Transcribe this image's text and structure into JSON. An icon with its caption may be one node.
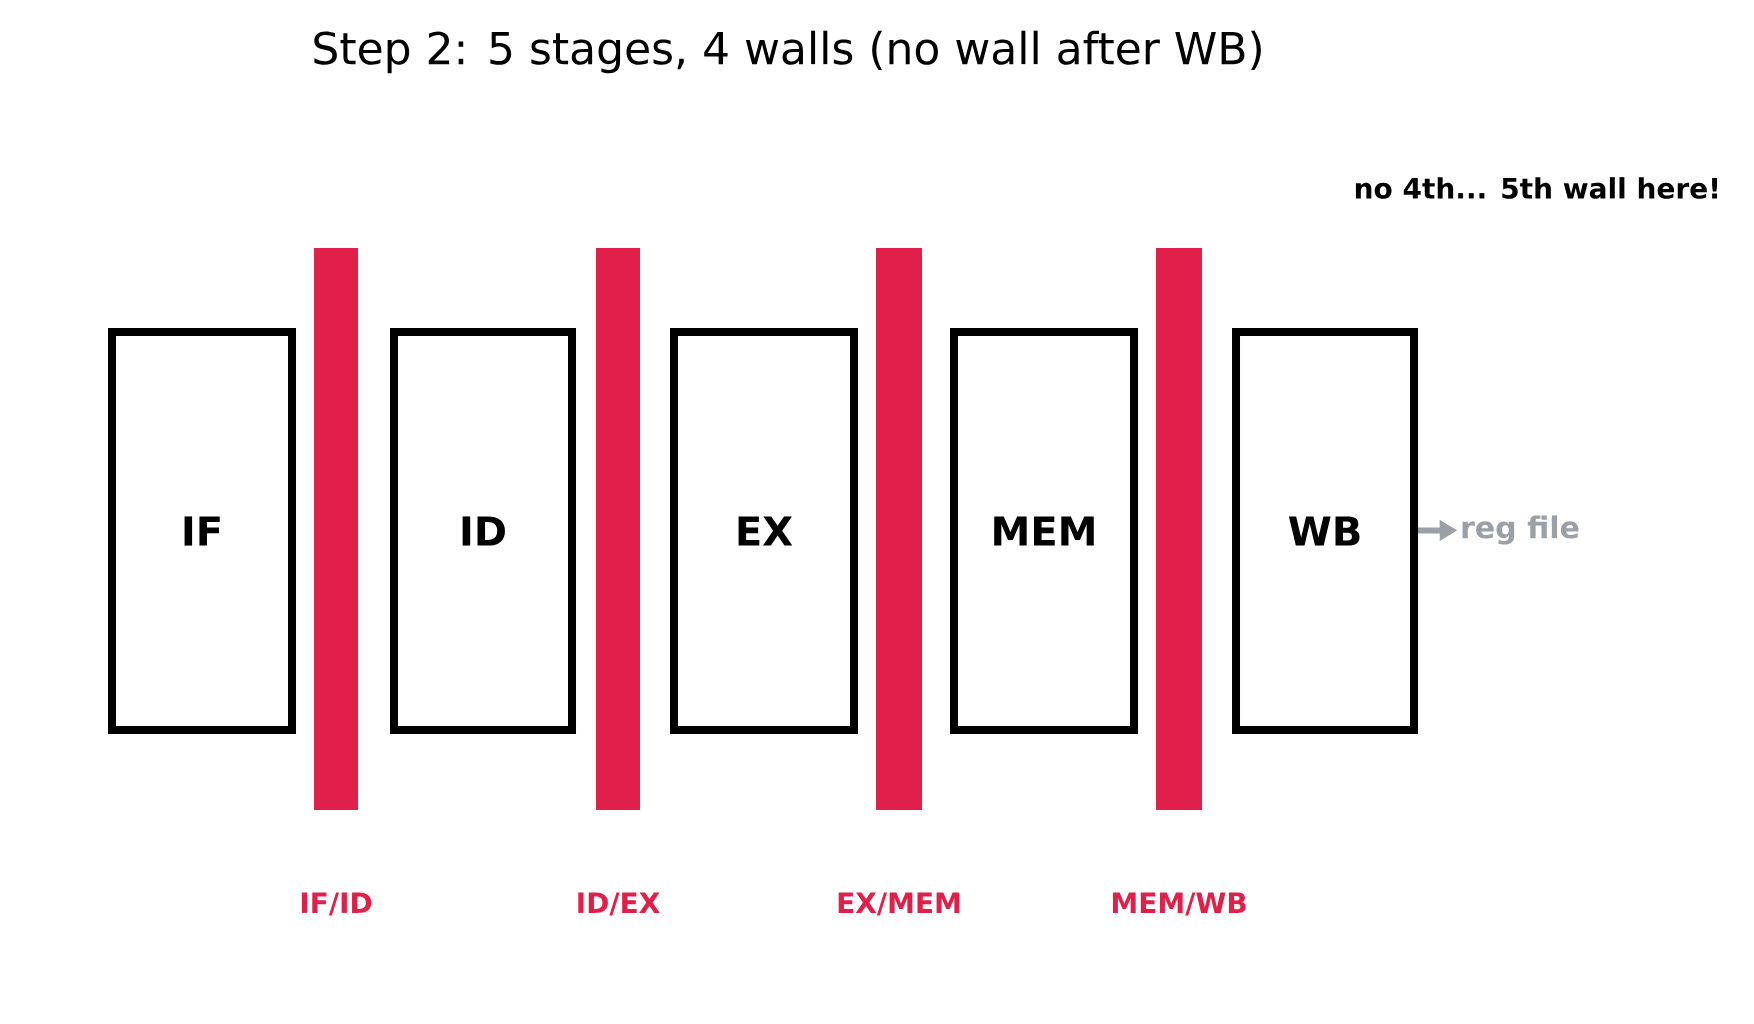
{
  "diagram": {
    "title": "Step 2: 5 stages, 4 walls (no wall after WB)",
    "nodes": [
      {
        "text": [
          "IF"
        ]
      },
      {
        "text": [
          "ID"
        ]
      },
      {
        "text": [
          "EX"
        ]
      },
      {
        "text": [
          "MEM"
        ]
      },
      {
        "text": [
          "WB"
        ]
      },
      {
        "text": [],
        "shape": "bar",
        "beside": [
          "IF/ID"
        ]
      },
      {
        "text": [],
        "shape": "bar",
        "beside": [
          "ID/EX"
        ]
      },
      {
        "text": [],
        "shape": "bar",
        "beside": [
          "EX/MEM"
        ]
      },
      {
        "text": [],
        "shape": "bar",
        "beside": [
          "MEM/WB"
        ]
      },
      {
        "text": [
          "reg file"
        ]
      }
    ],
    "edges": [
      {
        "from": 4,
        "to": 9,
        "arrow": "to",
        "color": "#9aa0a6"
      }
    ],
    "labels": [
      "no 4th... 5th wall here!"
    ]
  }
}
